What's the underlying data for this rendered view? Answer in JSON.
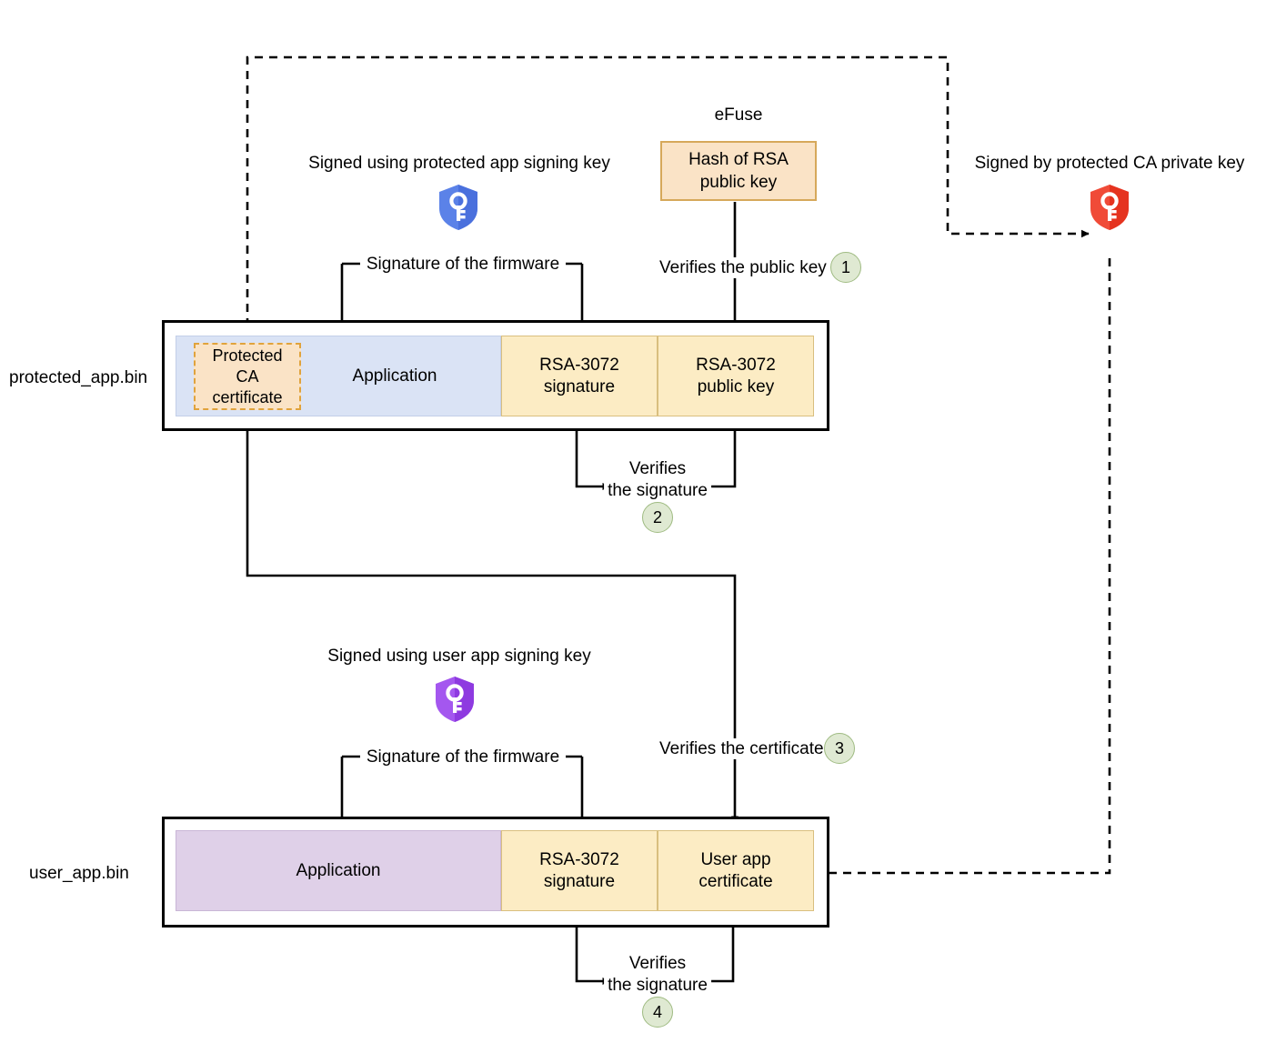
{
  "diagram": {
    "title_efuse": "eFuse",
    "labels": {
      "signed_protected_app": "Signed using protected app signing key",
      "signed_user_app": "Signed using user app signing key",
      "signed_ca_private": "Signed by protected CA private key",
      "signature_of_firmware_top": "Signature of the firmware",
      "signature_of_firmware_bottom": "Signature of the firmware",
      "verifies_public_key": "Verifies the public key",
      "verifies_signature_top": "Verifies\nthe signature",
      "verifies_signature_bottom": "Verifies\nthe signature",
      "verifies_certificate": "Verifies the certificate",
      "protected_app_bin": "protected_app.bin",
      "user_app_bin": "user_app.bin"
    },
    "efuse_box": {
      "text": "Hash of RSA\npublic key"
    },
    "protected_app": {
      "filename": "protected_app.bin",
      "segments": [
        {
          "name": "ca-certificate",
          "text": "Protected\nCA\ncertificate"
        },
        {
          "name": "application",
          "text": "Application"
        },
        {
          "name": "rsa-signature",
          "text": "RSA-3072\nsignature"
        },
        {
          "name": "rsa-public-key",
          "text": "RSA-3072\npublic key"
        }
      ]
    },
    "user_app": {
      "filename": "user_app.bin",
      "segments": [
        {
          "name": "application",
          "text": "Application"
        },
        {
          "name": "rsa-signature",
          "text": "RSA-3072\nsignature"
        },
        {
          "name": "user-app-certificate",
          "text": "User app\ncertificate"
        }
      ]
    },
    "steps": [
      {
        "number": "1",
        "caption": "Verifies the public key"
      },
      {
        "number": "2",
        "caption": "Verifies the signature"
      },
      {
        "number": "3",
        "caption": "Verifies the certificate"
      },
      {
        "number": "4",
        "caption": "Verifies the signature"
      }
    ],
    "icons": [
      {
        "name": "shield-key-blue-icon",
        "color": "#4a76e0"
      },
      {
        "name": "shield-key-red-icon",
        "color": "#f03b2c"
      },
      {
        "name": "shield-key-purple-icon",
        "color": "#9b3df0"
      }
    ],
    "colors": {
      "efuse_fill": "#fae3c6",
      "efuse_border": "#d6a85a",
      "app_blue": "#dae3f5",
      "app_purple": "#dfd0e8",
      "yellow": "#fcecc4",
      "yellow_border": "#d9bf7f",
      "ca_dash_border": "#e0a33c",
      "step_fill": "#dfe9d2",
      "step_border": "#9fbb82",
      "line": "#000000"
    }
  }
}
